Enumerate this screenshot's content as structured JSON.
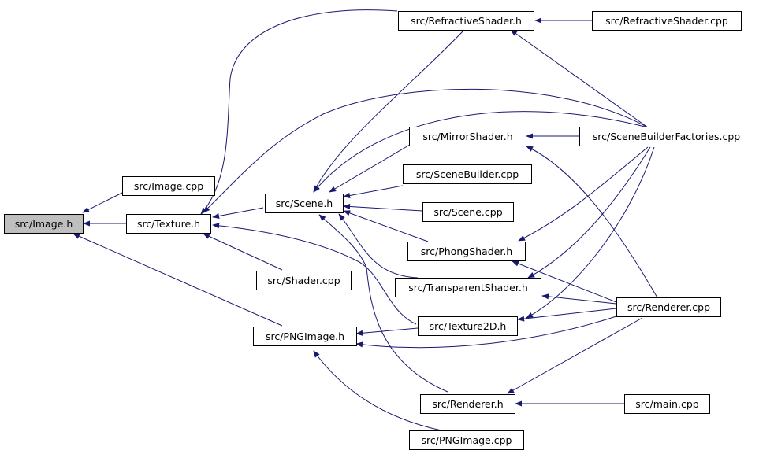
{
  "nodes": {
    "image_h": "src/Image.h",
    "image_cpp": "src/Image.cpp",
    "texture_h": "src/Texture.h",
    "shader_cpp": "src/Shader.cpp",
    "pngimage_h": "src/PNGImage.h",
    "scene_h": "src/Scene.h",
    "refractiveshader_h": "src/RefractiveShader.h",
    "refractiveshader_cpp": "src/RefractiveShader.cpp",
    "mirrorshader_h": "src/MirrorShader.h",
    "scenebuilderfactories_cpp": "src/SceneBuilderFactories.cpp",
    "scenebuilder_cpp": "src/SceneBuilder.cpp",
    "scene_cpp": "src/Scene.cpp",
    "phongshader_h": "src/PhongShader.h",
    "transparentshader_h": "src/TransparentShader.h",
    "texture2d_h": "src/Texture2D.h",
    "renderer_cpp": "src/Renderer.cpp",
    "renderer_h": "src/Renderer.h",
    "main_cpp": "src/main.cpp",
    "pngimage_cpp": "src/PNGImage.cpp"
  },
  "colors": {
    "arrow": "#191970",
    "root_fill": "#bfbfbf",
    "node_border": "#000000"
  }
}
